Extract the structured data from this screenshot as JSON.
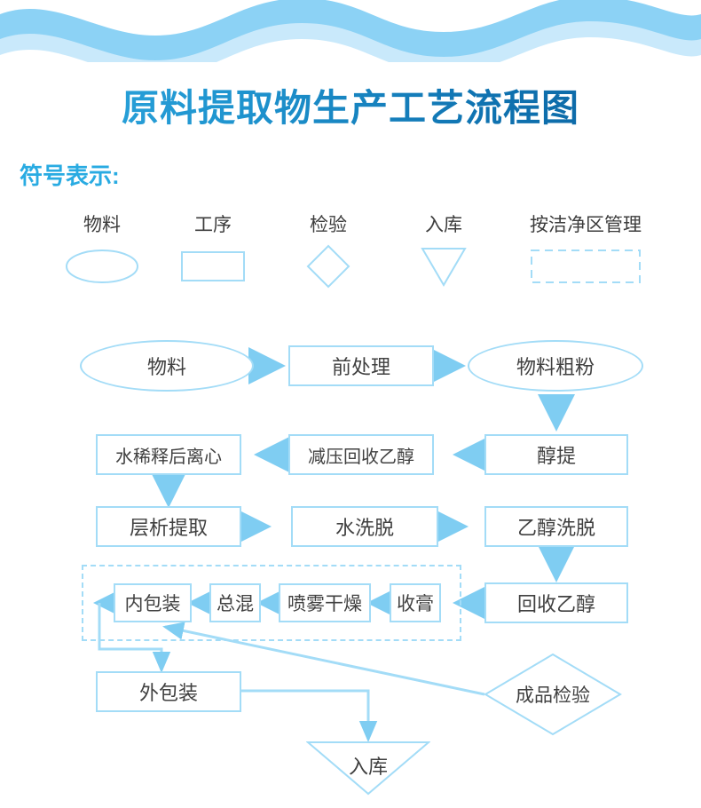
{
  "title": "原料提取物生产工艺流程图",
  "legend": {
    "label": "符号表示:",
    "items": [
      {
        "caption": "物料",
        "shape": "ellipse"
      },
      {
        "caption": "工序",
        "shape": "rectangle"
      },
      {
        "caption": "检验",
        "shape": "diamond"
      },
      {
        "caption": "入库",
        "shape": "triangle-down"
      },
      {
        "caption": "按洁净区管理",
        "shape": "dashed-rectangle"
      }
    ]
  },
  "flow": {
    "nodes": [
      {
        "id": "material",
        "label": "物料",
        "shape": "ellipse"
      },
      {
        "id": "pretreatment",
        "label": "前处理",
        "shape": "rectangle"
      },
      {
        "id": "coarse-powder",
        "label": "物料粗粉",
        "shape": "ellipse"
      },
      {
        "id": "alcohol-extract",
        "label": "醇提",
        "shape": "rectangle"
      },
      {
        "id": "ethanol-recover-vacuum",
        "label": "减压回收乙醇",
        "shape": "rectangle"
      },
      {
        "id": "water-dilute-centrifuge",
        "label": "水稀释后离心",
        "shape": "rectangle"
      },
      {
        "id": "chromatography",
        "label": "层析提取",
        "shape": "rectangle"
      },
      {
        "id": "water-elution",
        "label": "水洗脱",
        "shape": "rectangle"
      },
      {
        "id": "ethanol-elution",
        "label": "乙醇洗脱",
        "shape": "rectangle"
      },
      {
        "id": "ethanol-recovery",
        "label": "回收乙醇",
        "shape": "rectangle"
      },
      {
        "id": "paste-collection",
        "label": "收膏",
        "shape": "rectangle"
      },
      {
        "id": "spray-drying",
        "label": "喷雾干燥",
        "shape": "rectangle"
      },
      {
        "id": "total-mixing",
        "label": "总混",
        "shape": "rectangle"
      },
      {
        "id": "inner-packaging",
        "label": "内包装",
        "shape": "rectangle"
      },
      {
        "id": "outer-packaging",
        "label": "外包装",
        "shape": "rectangle"
      },
      {
        "id": "finished-inspection",
        "label": "成品检验",
        "shape": "diamond"
      },
      {
        "id": "warehousing",
        "label": "入库",
        "shape": "triangle-down"
      }
    ],
    "clean_zone_label": "按洁净区管理"
  },
  "colors": {
    "line": "#A3DCF7",
    "arrow": "#7FCDF2",
    "text": "#404040",
    "accent": "#29ABE2",
    "title_gradient_start": "#2FA9E0",
    "title_gradient_end": "#0B63A0",
    "wave_dark": "#8CD2F5",
    "wave_light": "#C9E9FB"
  }
}
